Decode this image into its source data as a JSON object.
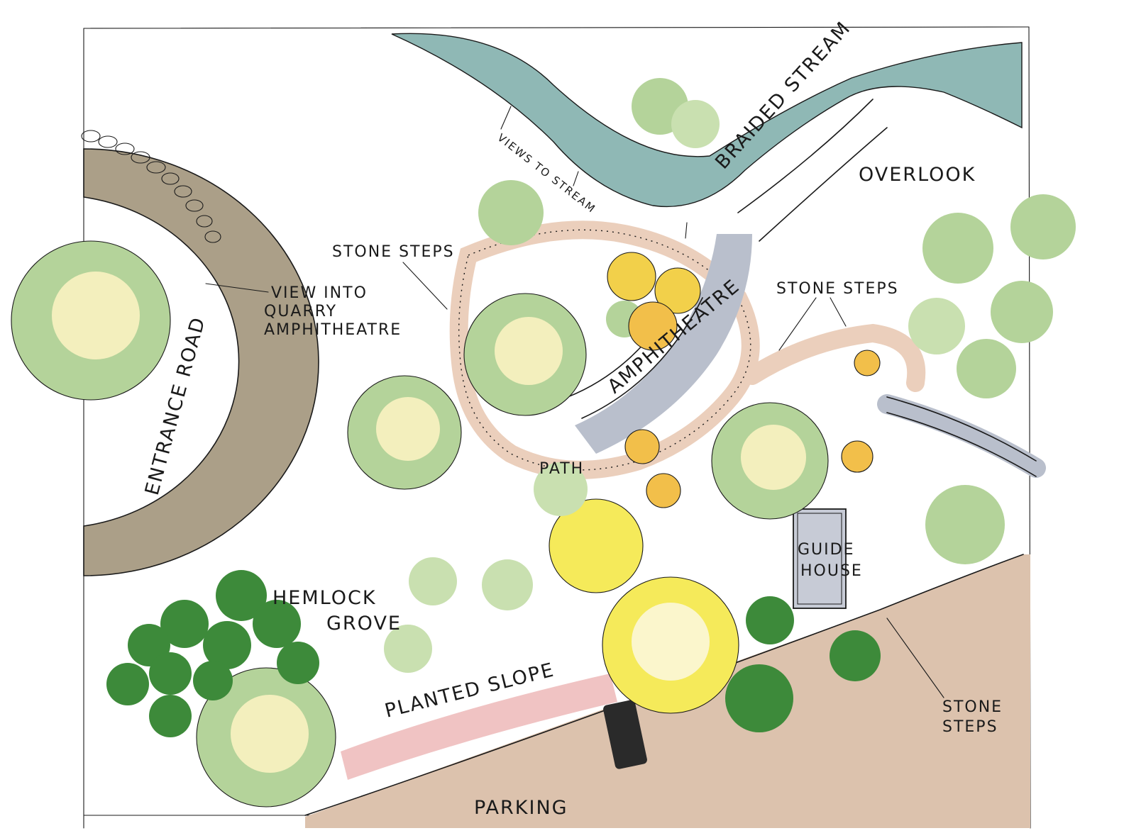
{
  "labels": {
    "braided_stream": "BRAIDED STREAM",
    "views_to_stream": "VIEWS TO STREAM",
    "overlook": "OVERLOOK",
    "stone_steps_left": "STONE STEPS",
    "view_into_line1": "VIEW INTO",
    "view_into_line2": "QUARRY",
    "view_into_line3": "AMPHITHEATRE",
    "stone_steps_right": "STONE STEPS",
    "amphitheatre": "AMPHITHEATRE",
    "entrance_road": "ENTRANCE ROAD",
    "path": "PATH",
    "guide_house_line1": "GUIDE",
    "guide_house_line2": "HOUSE",
    "hemlock_line1": "HEMLOCK",
    "hemlock_line2": "GROVE",
    "planted_slope": "PLANTED SLOPE",
    "stone_steps_bottom_line1": "STONE",
    "stone_steps_bottom_line2": "STEPS",
    "parking": "PARKING"
  },
  "colors": {
    "stream": "#8fb8b5",
    "road": "#ab9f88",
    "parking": "#dcc2ad",
    "deciduous_tree": "#b4d39a",
    "tree_center": "#f3efbd",
    "hemlock": "#3d8a3a",
    "flowering_tree": "#f2d04a",
    "yellow_wash": "#f5ea5a",
    "path": "#ebcfbc",
    "stone": "#b9bfcc",
    "planted_slope": "#eebcbc"
  }
}
